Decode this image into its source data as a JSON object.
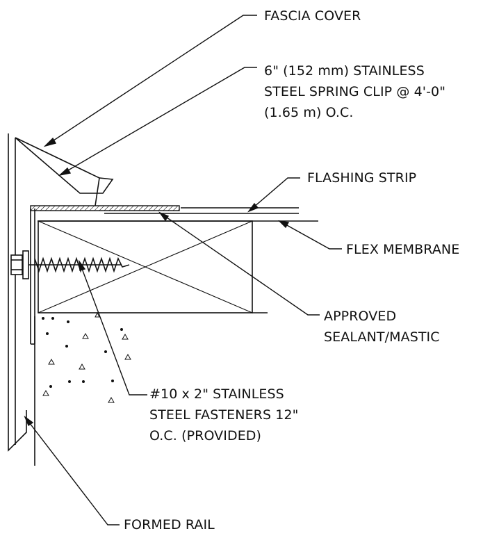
{
  "labels": {
    "fascia_cover": "FASCIA COVER",
    "spring_clip": [
      "6\" (152 mm) STAINLESS",
      "STEEL SPRING CLIP @ 4'-0\"",
      "(1.65 m) O.C."
    ],
    "flashing_strip": "FLASHING STRIP",
    "flex_membrane": "FLEX MEMBRANE",
    "sealant": [
      "APPROVED",
      "SEALANT/MASTIC"
    ],
    "fasteners": [
      "#10 x  2\" STAINLESS",
      "STEEL FASTENERS 12\"",
      "O.C. (PROVIDED)"
    ],
    "formed_rail": "FORMED RAIL"
  },
  "colors": {
    "line": "#111111",
    "background": "#ffffff"
  }
}
